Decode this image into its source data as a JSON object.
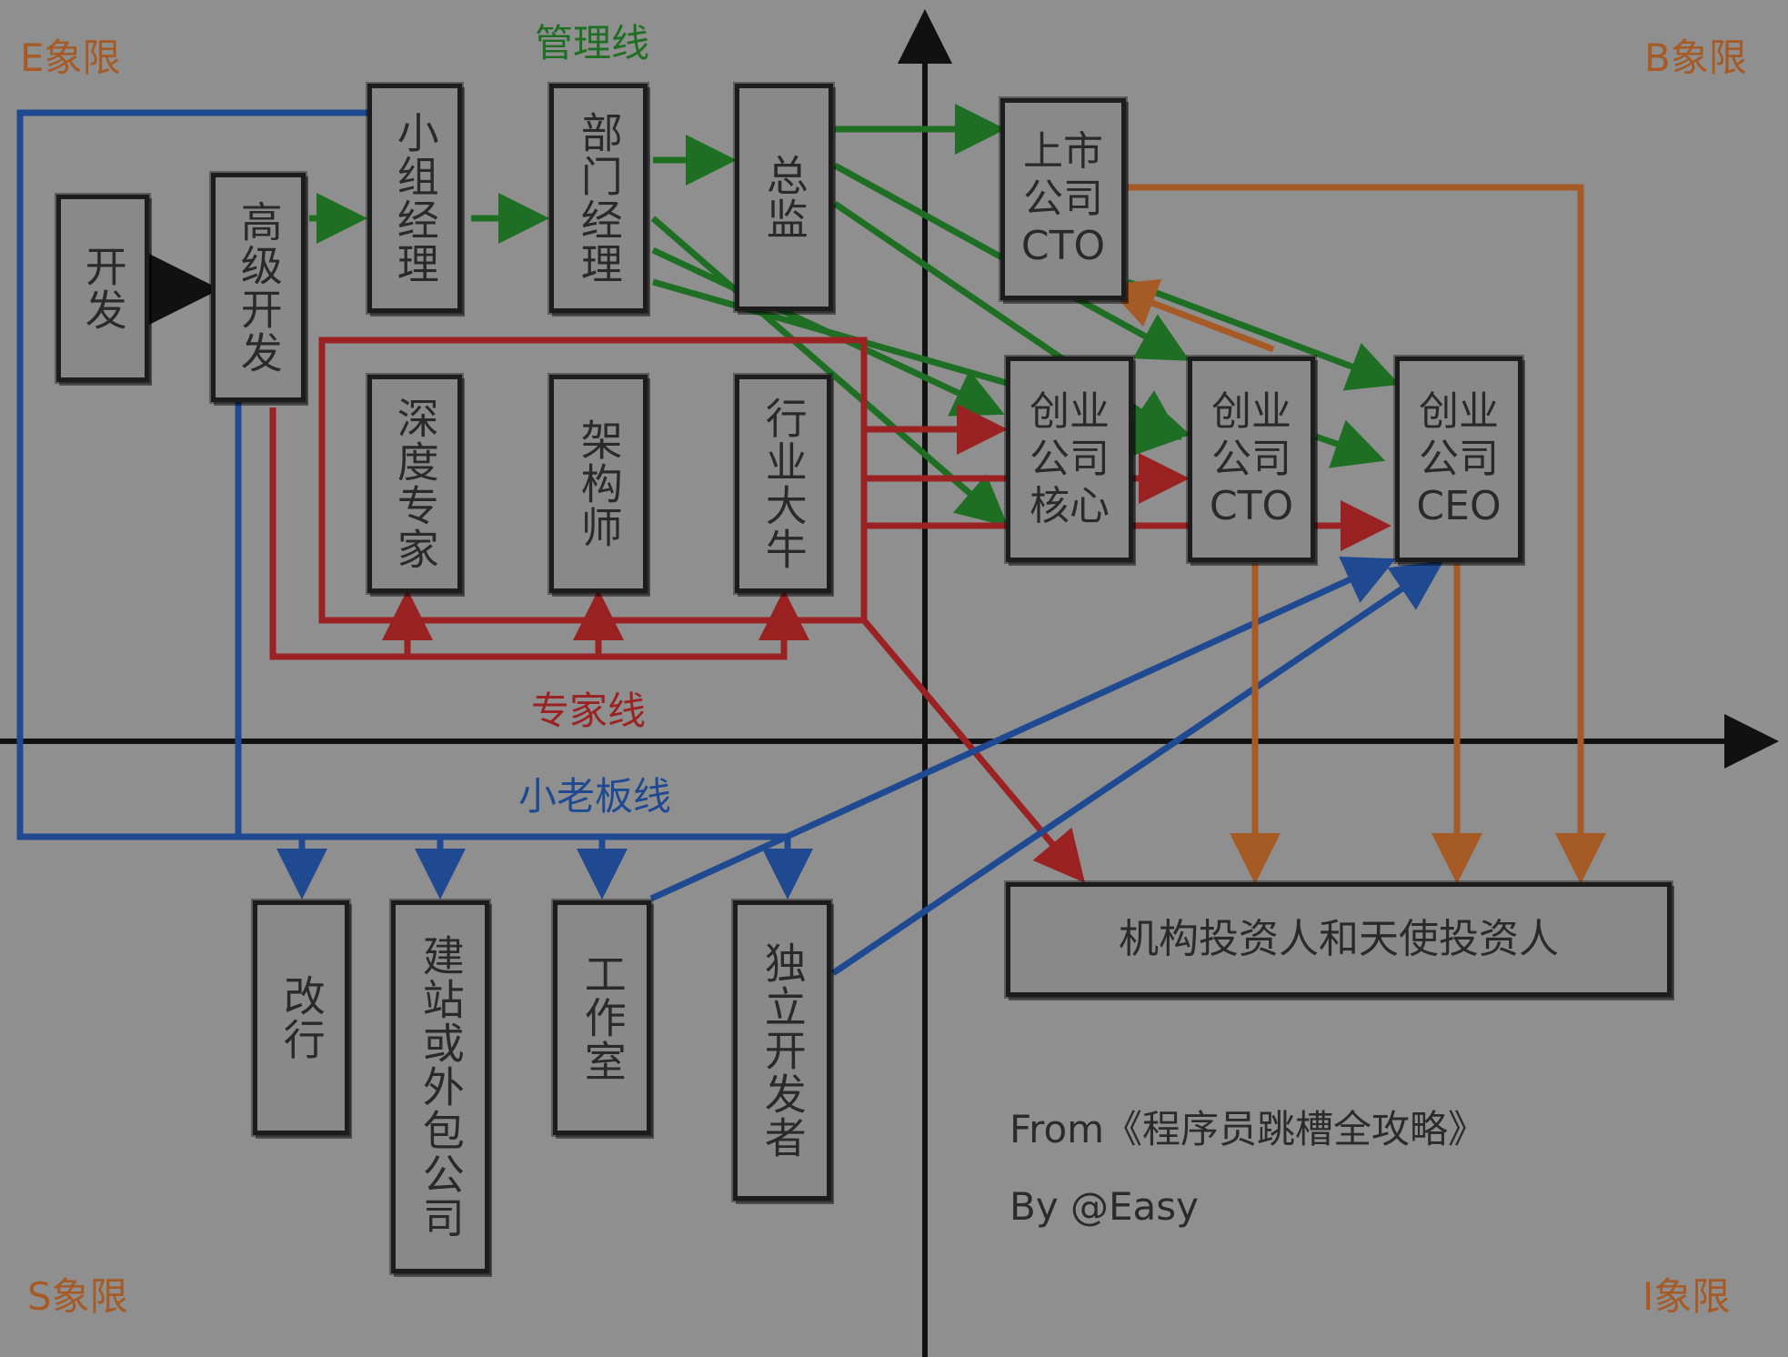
{
  "quadrants": {
    "e": "E象限",
    "b": "B象限",
    "s": "S象限",
    "i": "I象限"
  },
  "lines": {
    "management": "管理线",
    "expert": "专家线",
    "boss": "小老板线"
  },
  "boxes": {
    "dev": "开发",
    "senior_dev": "高级开发",
    "team_lead": "小组经理",
    "dept_manager": "部门经理",
    "director": "总监",
    "listed_cto": "上市\n公司\nCTO",
    "deep_expert": "深度专家",
    "architect": "架构师",
    "industry_star": "行业大牛",
    "startup_core": "创业\n公司\n核心",
    "startup_cto": "创业\n公司\nCTO",
    "startup_ceo": "创业\n公司\nCEO",
    "career_change": "改行",
    "web_outsourcing": "建站或外包公司",
    "studio": "工作室",
    "indie_dev": "独立开发者",
    "investors": "机构投资人和天使投资人"
  },
  "credits": {
    "from": "From《程序员跳槽全攻略》",
    "by": "By @Easy"
  },
  "colors": {
    "background": "#8f8f8f",
    "management": "#1e6f24",
    "expert": "#9a2222",
    "boss": "#1f4a92",
    "investor": "#a65a25",
    "axis": "#111111"
  }
}
